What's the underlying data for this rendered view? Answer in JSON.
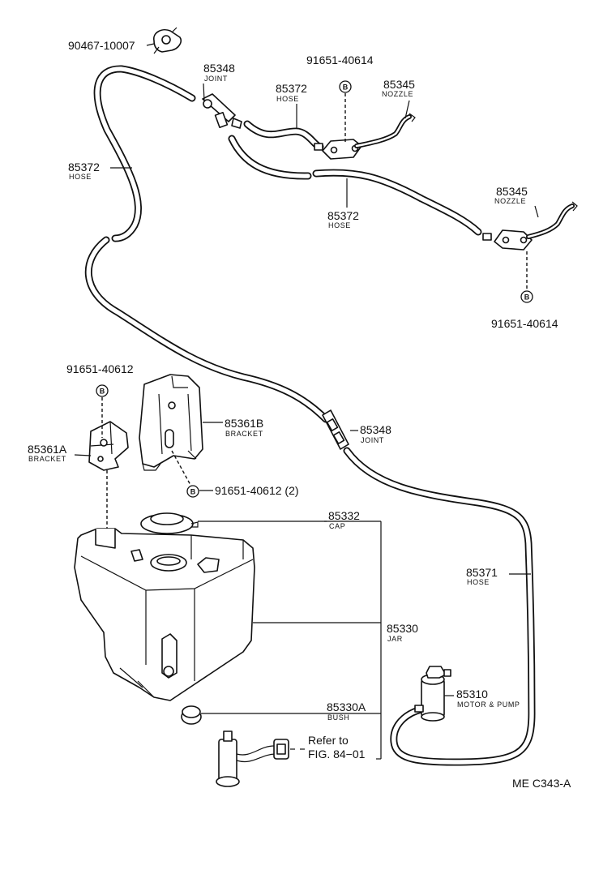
{
  "labels": {
    "clamp_top": {
      "pn": "90467-10007"
    },
    "joint_top": {
      "pn": "85348",
      "name": "JOINT"
    },
    "hose_left": {
      "pn": "85372",
      "name": "HOSE"
    },
    "hose_mid_top": {
      "pn": "85372",
      "name": "HOSE"
    },
    "hose_mid": {
      "pn": "85372",
      "name": "HOSE"
    },
    "bolt_top": {
      "pn": "91651-40614"
    },
    "nozzle_top": {
      "pn": "85345",
      "name": "NOZZLE"
    },
    "nozzle_right": {
      "pn": "85345",
      "name": "NOZZLE"
    },
    "bolt_right": {
      "pn": "91651-40614"
    },
    "bolt_bracket_a": {
      "pn": "91651-40612"
    },
    "bracket_a": {
      "pn": "85361A",
      "name": "BRACKET"
    },
    "bracket_b": {
      "pn": "85361B",
      "name": "BRACKET"
    },
    "bolt_bracket_b": {
      "pn": "91651-40612 (2)"
    },
    "joint_mid": {
      "pn": "85348",
      "name": "JOINT"
    },
    "cap": {
      "pn": "85332",
      "name": "CAP"
    },
    "hose_right": {
      "pn": "85371",
      "name": "HOSE"
    },
    "jar": {
      "pn": "85330",
      "name": "JAR"
    },
    "motor_pump": {
      "pn": "85310",
      "name": "MOTOR & PUMP"
    },
    "bush": {
      "pn": "85330A",
      "name": "BUSH"
    },
    "refer": {
      "line1": "Refer to",
      "line2": "FIG. 84−01"
    }
  },
  "bolt_symbol": "B",
  "figure_code": "ME C343-A"
}
